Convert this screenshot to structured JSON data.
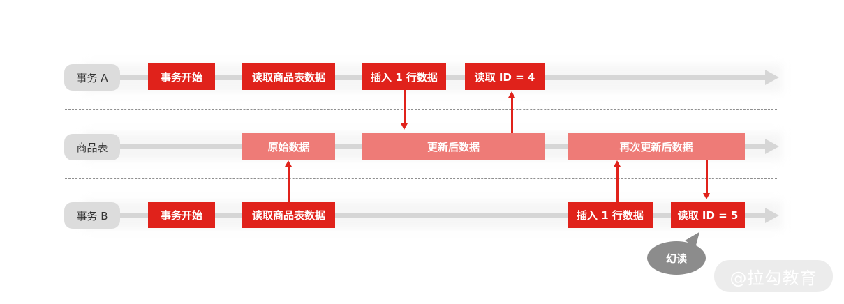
{
  "rows": {
    "a": {
      "label": "事务 A"
    },
    "table": {
      "label": "商品表"
    },
    "b": {
      "label": "事务 B"
    }
  },
  "a_boxes": {
    "start": "事务开始",
    "read": "读取商品表数据",
    "insert": "插入 1 行数据",
    "read_id": "读取 ID = 4"
  },
  "table_boxes": {
    "original": "原始数据",
    "updated": "更新后数据",
    "updated_again": "再次更新后数据"
  },
  "b_boxes": {
    "start": "事务开始",
    "read": "读取商品表数据",
    "insert": "插入 1 行数据",
    "read_id": "读取 ID = 5"
  },
  "phantom": "幻读",
  "watermark": "@拉勾教育",
  "colors": {
    "dark_box": "#e0221b",
    "light_box": "#ee7b77",
    "track": "#d6d6d6",
    "label_bg": "#dcdcdc"
  }
}
